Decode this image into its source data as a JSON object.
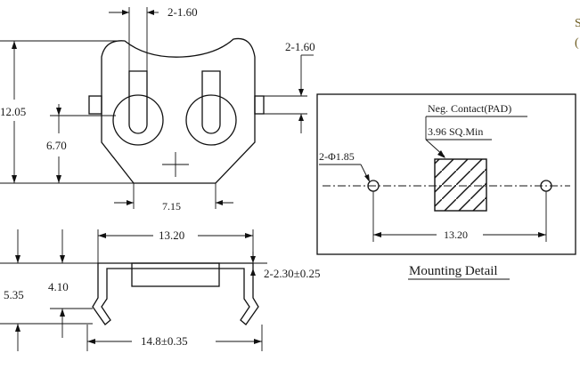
{
  "top_view": {
    "dim_slot_width": "2-1.60",
    "dim_side_tab": "2-1.60",
    "dim_height_total": "12.05",
    "dim_height_center": "6.70",
    "dim_bottom_width": "7.15"
  },
  "side_view": {
    "dim_top_width": "13.20",
    "dim_left_outer": "5.35",
    "dim_left_inner": "4.10",
    "dim_contact": "2-2.30",
    "dim_contact_tol": "±0.25",
    "dim_bottom_span": "14.8",
    "dim_bottom_tol": "±0.35"
  },
  "mounting_detail": {
    "pad_label": "Neg. Contact(PAD)",
    "pad_size": "3.96 SQ.Min",
    "hole_label": "2-Φ1.85",
    "hole_spacing": "13.20",
    "caption": "Mounting Detail"
  },
  "edge_glyphs": [
    "S",
    "("
  ]
}
